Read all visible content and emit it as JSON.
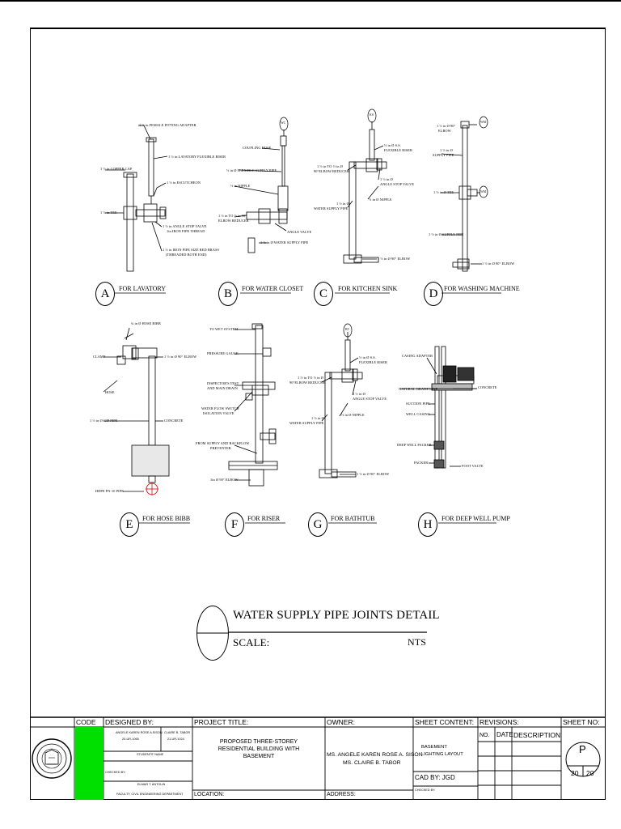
{
  "details": {
    "A": {
      "letter": "A",
      "caption": "FOR LAVATORY",
      "labels": [
        "1 ½ in FEMALE FITTING ADAPTER",
        "1 ½ in COPPER CAP",
        "1 ½ in LAVATORY FLEXIBLE RISER",
        "1 ½ in ESCUTCHEON",
        "1 ½ in TEE",
        "1 ½ in ANGLE STOP VALVE",
        "1in IRON PIPE THREAD",
        "1 ½ in IRON PIPE SIZE RED BRASS",
        "(THREADED BOTH END)"
      ]
    },
    "B": {
      "letter": "B",
      "caption": "FOR WATER CLOSET",
      "labels": [
        "COUPLING HOSE",
        "½ in Ø FLEXIBLE SUPPLY PIPE",
        "½ in NIPPLE",
        "1 ½ in TO ½ in 90°",
        "ELBOW REDUCER",
        "ANGLE VALVE",
        "1 ½ in Ø WATER SUPPLY PIPE"
      ]
    },
    "C": {
      "letter": "C",
      "caption": "FOR KITCHEN SINK",
      "labels": [
        "½ in Ø S.S.",
        "FLEXIBLE RISER",
        "1 ½ in TO ½ in Ø",
        "90°ELBOW REDUCER",
        "1 ½ in Ø",
        "ANGLE STOP VALVE",
        "½ in Ø NIPPLE",
        "1 ½ in Ø",
        "WATER SUPPLY PIPE",
        "1 ½ in Ø 90° ELBOW"
      ]
    },
    "D": {
      "letter": "D",
      "caption": "FOR WASHING MACHINE",
      "labels": [
        "1 ½ in Ø 90°",
        "ELBOW",
        "1 ½ in Ø",
        "SUPPLY PIPE",
        "1 ½ in Ø TEE",
        "1 ½ in Ø SUPPLY PIPE",
        "1 ½ in Ø 90° ELBOW"
      ]
    },
    "E": {
      "letter": "E",
      "caption": "FOR HOSE BIBB",
      "labels": [
        "¾ in Ø HOSE BIBB",
        "CLAMP",
        "1 ½ in Ø 90° ELBOW",
        "HOSE",
        "1 ½ in Ø GIP PIPE",
        "CONCRETE",
        "HDPE PN-10 PIPE"
      ]
    },
    "F": {
      "letter": "F",
      "caption": "FOR RISER",
      "labels": [
        "TO WET SYSTEM",
        "PRESSURE GAUGE",
        "INSPECTOR'S TEST",
        "AND MAIN DRAIN",
        "WATER FLOW SWITCH",
        "ISOLATION VALVE",
        "FROM SUPPLY AND BACKFLOW",
        "PREVENTER",
        "1in Ø 90° ELBOW"
      ]
    },
    "G": {
      "letter": "G",
      "caption": "FOR BATHTUB",
      "labels": [
        "½ in Ø S.S.",
        "FLEXIBLE RISER",
        "1 ½ in TO ½ in Ø",
        "90°ELBOW REDUCER",
        "1 ½ in Ø",
        "ANGLE STOP VALVE",
        "½ in Ø NIPPLE",
        "1 ½ in Ø",
        "WATER SUPPLY PIPE",
        "1 ½ in Ø 90° ELBOW"
      ]
    },
    "H": {
      "letter": "H",
      "caption": "FOR DEEP WELL PUMP",
      "labels": [
        "CASING ADAPTER",
        "NATURAL GRADE LINE",
        "CONCRETE",
        "SUCTION PIPE",
        "WELL CASING",
        "DEEP WELL PACKER",
        "PACKER",
        "FOOT VALVE"
      ]
    }
  },
  "markers": {
    "wc": "WC",
    "ks": "KS",
    "wm": "WM",
    "bt": "BT"
  },
  "title": {
    "main": "WATER SUPPLY PIPE JOINTS DETAIL",
    "scale_label": "SCALE:",
    "scale_value": "NTS"
  },
  "titleblock": {
    "code_label": "CODE",
    "designed_by_label": "DESIGNED BY:",
    "designer1_name": "ANGELE KAREN ROSE A.SISON",
    "designer1_id": "20-UR-1065",
    "designer2_name": "CLAIRE B. TABOR",
    "designer2_id": "21-UR-1024",
    "students_name_label": "STUDENTS' NAME",
    "checked_by_label": "CHECKED BY:",
    "checker_name": "ELMAR T. ANTOLIN",
    "checker_dept": "FACULTY, CIVIL ENGINEERING DEPARTMENT",
    "project_title_label": "PROJECT TITLE:",
    "project_title": "PROPOSED THREE-STOREY RESIDENTIAL BUILDING WITH BASEMENT",
    "location_label": "LOCATION:",
    "owner_label": "OWNER:",
    "owner1": "MS. ANGELE KAREN ROSE A. SISON",
    "owner2": "MS. CLAIRE B. TABOR",
    "address_label": "ADDRESS:",
    "sheet_content_label": "SHEET CONTENT:",
    "sheet_content": "BASEMENT LIGHTING LAYOUT",
    "cad_by": "CAD BY: JGD",
    "checked_by2_label": "CHECKED BY:",
    "revisions_label": "REVISIONS:",
    "rev_no": "NO.",
    "rev_date": "DATE",
    "rev_desc": "DESCRIPTION",
    "sheet_no_label": "SHEET NO:",
    "sheet_letter": "P",
    "sheet_num": "20",
    "sheet_total": "20",
    "accent": "#00e000"
  }
}
